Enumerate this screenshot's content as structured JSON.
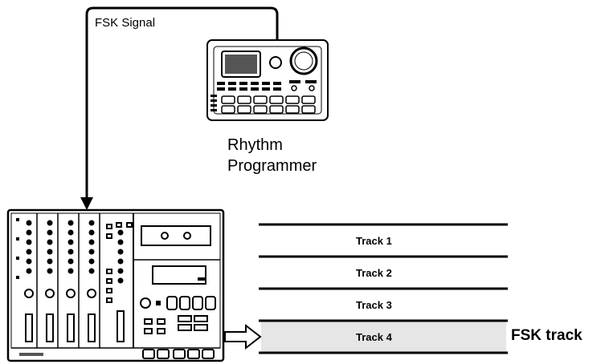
{
  "signal_label": "FSK Signal",
  "device": {
    "line1": "Rhythm",
    "line2": "Programmer"
  },
  "tracks": [
    "Track 1",
    "Track 2",
    "Track 3",
    "Track 4"
  ],
  "fsk_track_label": "FSK track",
  "colors": {
    "line": "#000000",
    "highlight_fill": "#e6e6e6",
    "background": "#ffffff"
  }
}
